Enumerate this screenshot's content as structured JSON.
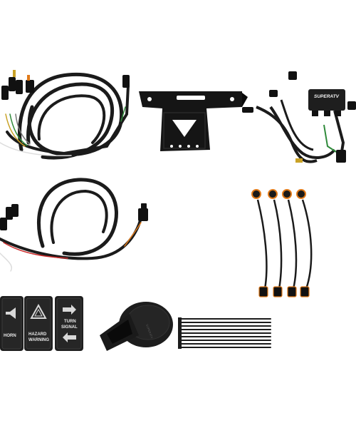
{
  "controller": {
    "brand": "SUPERATV"
  },
  "switches": [
    {
      "label": "HORN",
      "icon": "horn-icon"
    },
    {
      "label": "HAZARD",
      "label2": "WARNING",
      "icon": "hazard-triangle-icon"
    },
    {
      "label": "TURN",
      "label2": "SIGNAL",
      "icon": "arrows-icon"
    }
  ],
  "horn": {
    "marking": "SUPERATV"
  },
  "colors": {
    "loom": "#1b1b1b",
    "connector": "#111111",
    "seal": "#e07a1a",
    "bracket": "#151515"
  }
}
